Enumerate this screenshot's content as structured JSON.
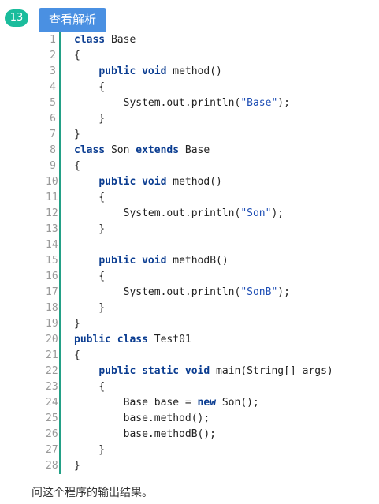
{
  "header": {
    "badge_number": "13",
    "analysis_button_label": "查看解析"
  },
  "code_lines": [
    {
      "n": "1",
      "tokens": [
        {
          "t": "class",
          "k": "kw"
        },
        {
          "t": " Base"
        }
      ]
    },
    {
      "n": "2",
      "tokens": [
        {
          "t": "{"
        }
      ]
    },
    {
      "n": "3",
      "tokens": [
        {
          "t": "    "
        },
        {
          "t": "public",
          "k": "kw"
        },
        {
          "t": " "
        },
        {
          "t": "void",
          "k": "kw"
        },
        {
          "t": " method()"
        }
      ]
    },
    {
      "n": "4",
      "tokens": [
        {
          "t": "    {"
        }
      ]
    },
    {
      "n": "5",
      "tokens": [
        {
          "t": "        System.out.println("
        },
        {
          "t": "\"Base\"",
          "k": "str"
        },
        {
          "t": ");"
        }
      ]
    },
    {
      "n": "6",
      "tokens": [
        {
          "t": "    }"
        }
      ]
    },
    {
      "n": "7",
      "tokens": [
        {
          "t": "}"
        }
      ]
    },
    {
      "n": "8",
      "tokens": [
        {
          "t": "class",
          "k": "kw"
        },
        {
          "t": " Son "
        },
        {
          "t": "extends",
          "k": "kw"
        },
        {
          "t": " Base"
        }
      ]
    },
    {
      "n": "9",
      "tokens": [
        {
          "t": "{"
        }
      ]
    },
    {
      "n": "10",
      "tokens": [
        {
          "t": "    "
        },
        {
          "t": "public",
          "k": "kw"
        },
        {
          "t": " "
        },
        {
          "t": "void",
          "k": "kw"
        },
        {
          "t": " method()"
        }
      ]
    },
    {
      "n": "11",
      "tokens": [
        {
          "t": "    {"
        }
      ]
    },
    {
      "n": "12",
      "tokens": [
        {
          "t": "        System.out.println("
        },
        {
          "t": "\"Son\"",
          "k": "str"
        },
        {
          "t": ");"
        }
      ]
    },
    {
      "n": "13",
      "tokens": [
        {
          "t": "    }"
        }
      ]
    },
    {
      "n": "14",
      "tokens": []
    },
    {
      "n": "15",
      "tokens": [
        {
          "t": "    "
        },
        {
          "t": "public",
          "k": "kw"
        },
        {
          "t": " "
        },
        {
          "t": "void",
          "k": "kw"
        },
        {
          "t": " methodB()"
        }
      ]
    },
    {
      "n": "16",
      "tokens": [
        {
          "t": "    {"
        }
      ]
    },
    {
      "n": "17",
      "tokens": [
        {
          "t": "        System.out.println("
        },
        {
          "t": "\"SonB\"",
          "k": "str"
        },
        {
          "t": ");"
        }
      ]
    },
    {
      "n": "18",
      "tokens": [
        {
          "t": "    }"
        }
      ]
    },
    {
      "n": "19",
      "tokens": [
        {
          "t": "}"
        }
      ]
    },
    {
      "n": "20",
      "tokens": [
        {
          "t": "public",
          "k": "kw"
        },
        {
          "t": " "
        },
        {
          "t": "class",
          "k": "kw"
        },
        {
          "t": " Test01"
        }
      ]
    },
    {
      "n": "21",
      "tokens": [
        {
          "t": "{"
        }
      ]
    },
    {
      "n": "22",
      "tokens": [
        {
          "t": "    "
        },
        {
          "t": "public",
          "k": "kw"
        },
        {
          "t": " "
        },
        {
          "t": "static",
          "k": "kw"
        },
        {
          "t": " "
        },
        {
          "t": "void",
          "k": "kw"
        },
        {
          "t": " main(String[] args)"
        }
      ]
    },
    {
      "n": "23",
      "tokens": [
        {
          "t": "    {"
        }
      ]
    },
    {
      "n": "24",
      "tokens": [
        {
          "t": "        Base base = "
        },
        {
          "t": "new",
          "k": "kw"
        },
        {
          "t": " Son();"
        }
      ]
    },
    {
      "n": "25",
      "tokens": [
        {
          "t": "        base.method();"
        }
      ]
    },
    {
      "n": "26",
      "tokens": [
        {
          "t": "        base.methodB();"
        }
      ]
    },
    {
      "n": "27",
      "tokens": [
        {
          "t": "    }"
        }
      ]
    },
    {
      "n": "28",
      "tokens": [
        {
          "t": "}"
        }
      ]
    }
  ],
  "question": "问这个程序的输出结果。",
  "colors": {
    "badge": "#1abc9c",
    "button": "#4a90e2",
    "gutter_bar": "#23a086",
    "keyword": "#0b3d91",
    "string": "#1f4fb5",
    "line_number": "#999999"
  }
}
